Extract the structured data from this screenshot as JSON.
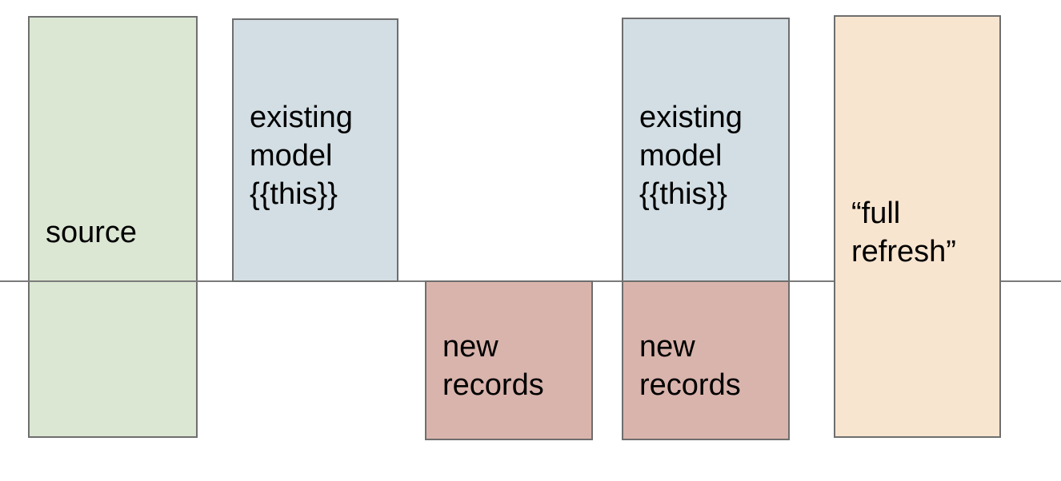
{
  "diagram": {
    "description": "Diagram of incremental model materialization: source, existing model {{this}}, new records, and full refresh boxes around a horizontal divider line",
    "divider_line": {
      "color": "#7b7b7b"
    },
    "border_color": "#6e6e6e",
    "text_color": "#000000",
    "boxes": [
      {
        "name": "source",
        "label": "source",
        "color": "#dbe7d3"
      },
      {
        "name": "existing-model-1",
        "label": "existing\nmodel\n{{this}}",
        "color": "#d2dee3"
      },
      {
        "name": "new-records-1",
        "label": "new\nrecords",
        "color": "#d9b4ac"
      },
      {
        "name": "existing-model-2",
        "label": "existing\nmodel\n{{this}}",
        "color": "#d2dee3"
      },
      {
        "name": "new-records-2",
        "label": "new\nrecords",
        "color": "#d9b4ac"
      },
      {
        "name": "full-refresh",
        "label": "“full\nrefresh”",
        "color": "#f8e5d0"
      }
    ]
  }
}
